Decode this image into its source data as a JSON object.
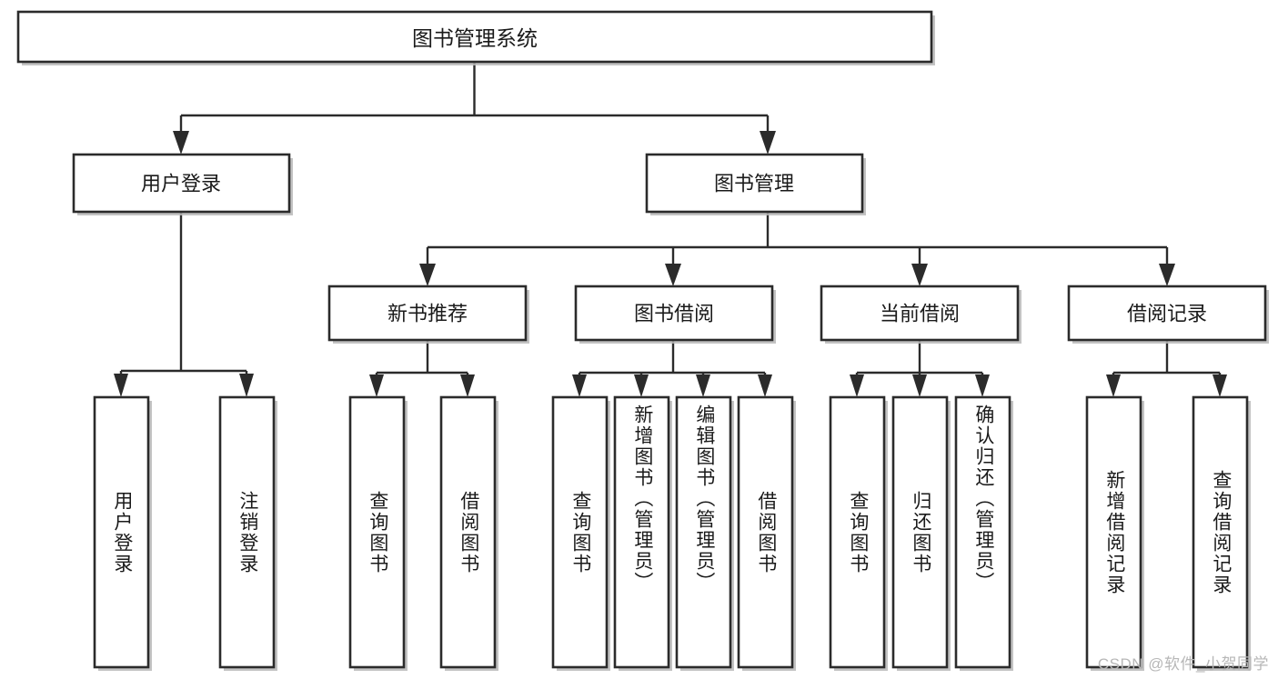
{
  "diagram": {
    "type": "tree-hierarchy",
    "title": "图书管理系统",
    "orientation": "top-down",
    "colors": {
      "box_fill": "#ffffff",
      "box_stroke": "#2b2b2b",
      "text": "#1a1a1a",
      "background": "#ffffff",
      "watermark": "#b7b7b7"
    },
    "root": {
      "label": "图书管理系统",
      "children": [
        {
          "label": "用户登录",
          "children": [
            {
              "label": "用户登录"
            },
            {
              "label": "注销登录"
            }
          ]
        },
        {
          "label": "图书管理",
          "children": [
            {
              "label": "新书推荐",
              "children": [
                {
                  "label": "查询图书"
                },
                {
                  "label": "借阅图书"
                }
              ]
            },
            {
              "label": "图书借阅",
              "children": [
                {
                  "label": "查询图书"
                },
                {
                  "label": "新增图书（管理员）"
                },
                {
                  "label": "编辑图书（管理员）"
                },
                {
                  "label": "借阅图书"
                }
              ]
            },
            {
              "label": "当前借阅",
              "children": [
                {
                  "label": "查询图书"
                },
                {
                  "label": "归还图书"
                },
                {
                  "label": "确认归还（管理员）"
                }
              ]
            },
            {
              "label": "借阅记录",
              "children": [
                {
                  "label": "新增借阅记录"
                },
                {
                  "label": "查询借阅记录"
                }
              ]
            }
          ]
        }
      ]
    }
  },
  "nodes": {
    "root": "图书管理系统",
    "l1_user_login": "用户登录",
    "l1_book_mgmt": "图书管理",
    "l2_new_book_rec": "新书推荐",
    "l2_book_borrow": "图书借阅",
    "l2_current_borrow": "当前借阅",
    "l2_borrow_record": "借阅记录",
    "leaf_user_login": "用户登录",
    "leaf_logout": "注销登录",
    "leaf_query_book_1": "查询图书",
    "leaf_borrow_book_1": "借阅图书",
    "leaf_query_book_2": "查询图书",
    "leaf_add_book": "新增图书（管理员）",
    "leaf_edit_book": "编辑图书（管理员）",
    "leaf_borrow_book_2": "借阅图书",
    "leaf_query_book_3": "查询图书",
    "leaf_return_book": "归还图书",
    "leaf_confirm_return": "确认归还（管理员）",
    "leaf_add_record": "新增借阅记录",
    "leaf_query_record": "查询借阅记录"
  },
  "watermark": {
    "text": "CSDN @软件_小贺同学"
  }
}
